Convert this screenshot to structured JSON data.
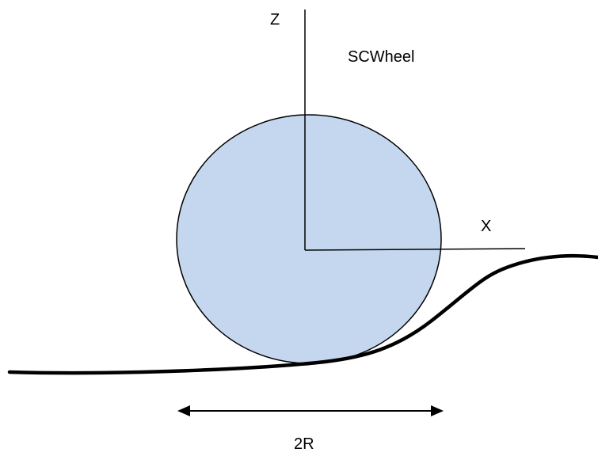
{
  "labels": {
    "z_axis": "Z",
    "x_axis": "X",
    "title": "SCWheel",
    "diameter": "2R"
  },
  "colors": {
    "wheel_fill": "#c5d7ee",
    "stroke": "#000000"
  }
}
